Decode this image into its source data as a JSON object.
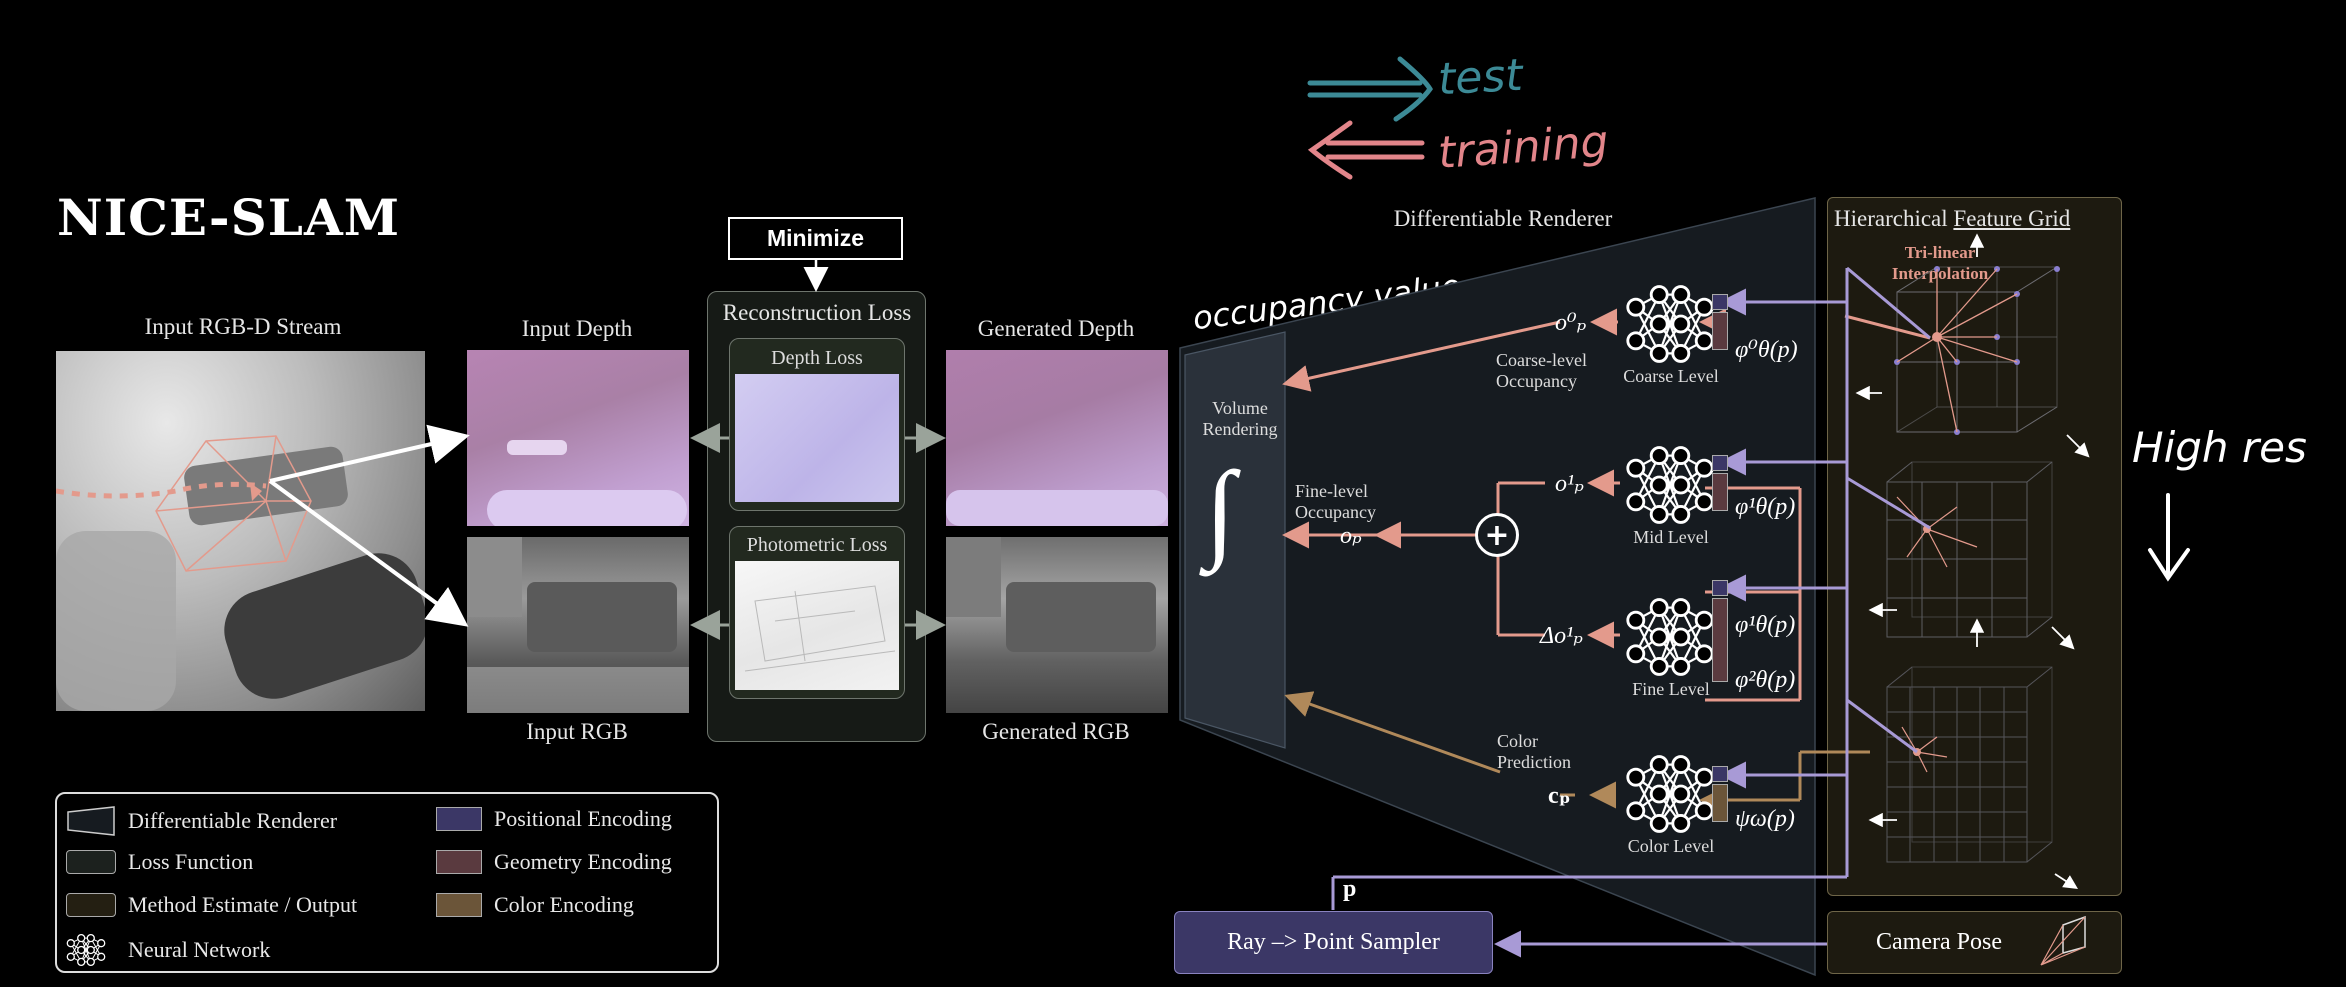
{
  "title": "NICE-SLAM",
  "minimize": "Minimize",
  "labels": {
    "input_rgbd": "Input RGB-D Stream",
    "input_depth": "Input Depth",
    "input_rgb": "Input RGB",
    "recon_loss": "Reconstruction Loss",
    "depth_loss": "Depth Loss",
    "photometric_loss": "Photometric Loss",
    "generated_depth": "Generated Depth",
    "generated_rgb": "Generated RGB",
    "diff_renderer": "Differentiable Renderer",
    "hfg_prefix": "Hierarchical ",
    "hfg_underlined": "Feature Grid",
    "trilinear_1": "Tri-linear",
    "trilinear_2": "Interpolation",
    "volume_1": "Volume",
    "volume_2": "Rendering",
    "integral": "∫",
    "coarse_occ_1": "Coarse-level",
    "coarse_occ_2": "Occupancy",
    "fine_occ_1": "Fine-level",
    "fine_occ_2": "Occupancy",
    "color_pred_1": "Color",
    "color_pred_2": "Prediction",
    "coarse_level": "Coarse Level",
    "mid_level": "Mid Level",
    "fine_level": "Fine Level",
    "color_level": "Color Level",
    "o_coarse": "o⁰ₚ",
    "o_mid": "o¹ₚ",
    "o_p": "oₚ",
    "delta_o": "Δo¹ₚ",
    "c_p": "cₚ",
    "phi0": "φ⁰θ(p)",
    "phi1a": "φ¹θ(p)",
    "phi1b": "φ¹θ(p)",
    "phi2": "φ²θ(p)",
    "psi": "ψω(p)",
    "p": "p",
    "ray_sampler": "Ray –> Point Sampler",
    "camera_pose": "Camera Pose"
  },
  "annotations": {
    "test": "test",
    "training": "training",
    "occupancy_value": "occupancy value",
    "high_res": "High res"
  },
  "legend": [
    {
      "label": "Differentiable Renderer",
      "kind": "trapezoid"
    },
    {
      "label": "Loss Function",
      "kind": "box",
      "color": "#1c211e"
    },
    {
      "label": "Method Estimate / Output",
      "kind": "box",
      "color": "#241f12"
    },
    {
      "label": "Neural Network",
      "kind": "nn"
    },
    {
      "label": "Positional Encoding",
      "kind": "box",
      "color": "#3b3766"
    },
    {
      "label": "Geometry Encoding",
      "kind": "box",
      "color": "#5a3a3f"
    },
    {
      "label": "Color Encoding",
      "kind": "box",
      "color": "#6b5539"
    }
  ],
  "colors": {
    "geometry_arrow": "#e39a8c",
    "color_arrow": "#b0895a",
    "positional_arrow": "#a89ad6",
    "test_arrow": "#3c8a96",
    "training_arrow": "#e2858a",
    "renderer_fill": "#161b20",
    "grid_panel_fill": "#1d1a10",
    "grid_panel_border": "#6e6548",
    "loss_panel_fill": "#161a16"
  }
}
